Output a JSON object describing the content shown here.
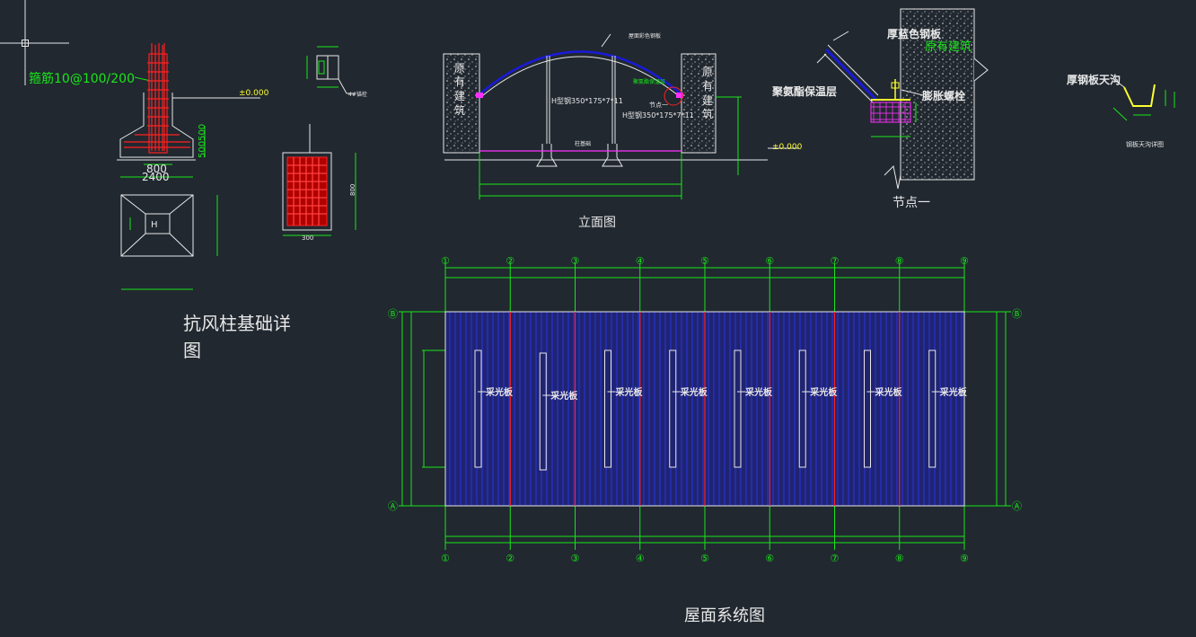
{
  "colors": {
    "background": "#212830",
    "white": "#e8e8e8",
    "green": "#19e619",
    "red": "#ff2020",
    "blue": "#1a1ad8",
    "magenta": "#ff30ff",
    "yellow": "#ffff30",
    "roof_fill": "#202470"
  },
  "icons": {
    "crosshair": "crosshair-cursor-icon"
  },
  "foundation": {
    "title_line1": "抗风柱基础详",
    "title_line2": "图",
    "stirrup_label": "箍筋10@100/200",
    "elevation_mark": "±0.000",
    "width_label_1": "800",
    "width_label_2": "2400",
    "height_label": "500500",
    "rebar_width_label": "300",
    "rebar_height_label": "800",
    "bolt_note": "4#锚栓"
  },
  "elevation": {
    "title": "立面图",
    "existing_left": [
      "原",
      "有",
      "建",
      "筑"
    ],
    "existing_right": [
      "原",
      "有",
      "建",
      "筑"
    ],
    "roof_note": "屋面彩色钢板",
    "h_beam_left": "H型钢350*175*7*11",
    "h_beam_right": "H型钢350*175*7*11",
    "insulation_note": "聚氨酯保温层",
    "node_tag": "节点一",
    "column_base": "柱基础",
    "level_mark": "±0.000"
  },
  "node_detail": {
    "title": "节点一",
    "steel_plate": "厚蓝色钢板",
    "existing_building": "原有建筑",
    "insulation": "聚氨酯保温层",
    "expansion_bolt": "膨胀螺栓"
  },
  "gutter": {
    "label": "厚钢板天沟",
    "caption": "钢板天沟详图"
  },
  "roof_plan": {
    "title": "屋面系统图",
    "skylight_label": "采光板",
    "grid_top": [
      "①",
      "②",
      "③",
      "④",
      "⑤",
      "⑥",
      "⑦",
      "⑧",
      "⑨"
    ],
    "grid_bottom": [
      "①",
      "②",
      "③",
      "④",
      "⑤",
      "⑥",
      "⑦",
      "⑧",
      "⑨"
    ],
    "grid_side_top": "Ⓑ",
    "grid_side_bottom": "Ⓐ"
  }
}
